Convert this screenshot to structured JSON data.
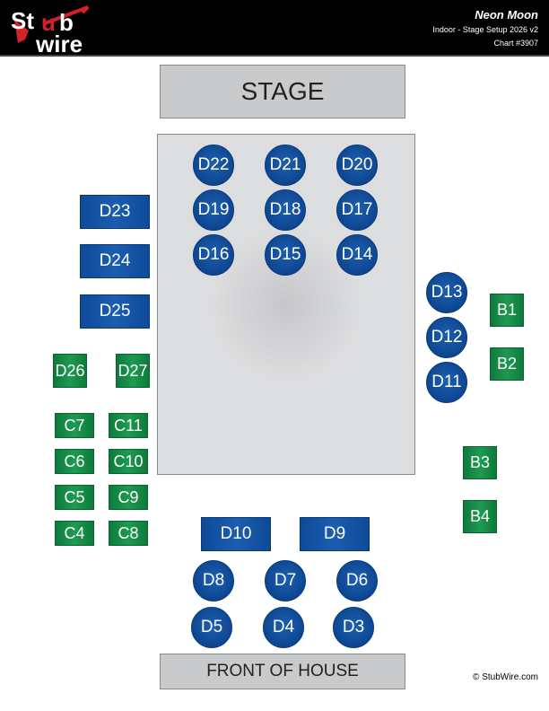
{
  "header": {
    "brand": "StubWire",
    "title": "Neon Moon",
    "subtitle": "Indoor - Stage Setup 2026 v2",
    "chart": "Chart #3907"
  },
  "venue": {
    "stage": "STAGE",
    "front_of_house": "FRONT OF HOUSE"
  },
  "tables": {
    "floor": [
      "D22",
      "D21",
      "D20",
      "D19",
      "D18",
      "D17",
      "D16",
      "D15",
      "D14"
    ],
    "right_circles": [
      "D13",
      "D12",
      "D11"
    ],
    "front_circles": [
      "D8",
      "D7",
      "D6",
      "D5",
      "D4",
      "D3"
    ],
    "left_rects": [
      "D23",
      "D24",
      "D25"
    ],
    "front_rects": [
      "D10",
      "D9"
    ],
    "left_green": [
      "D26",
      "D27",
      "C7",
      "C11",
      "C6",
      "C10",
      "C5",
      "C9",
      "C4",
      "C8"
    ],
    "right_green": [
      "B1",
      "B2",
      "B3",
      "B4"
    ]
  },
  "colors": {
    "d_tables": "#0f4a96",
    "green_tables": "#168a45",
    "stage": "#c9cacc"
  },
  "footer": {
    "copyright": "© StubWire.com"
  }
}
